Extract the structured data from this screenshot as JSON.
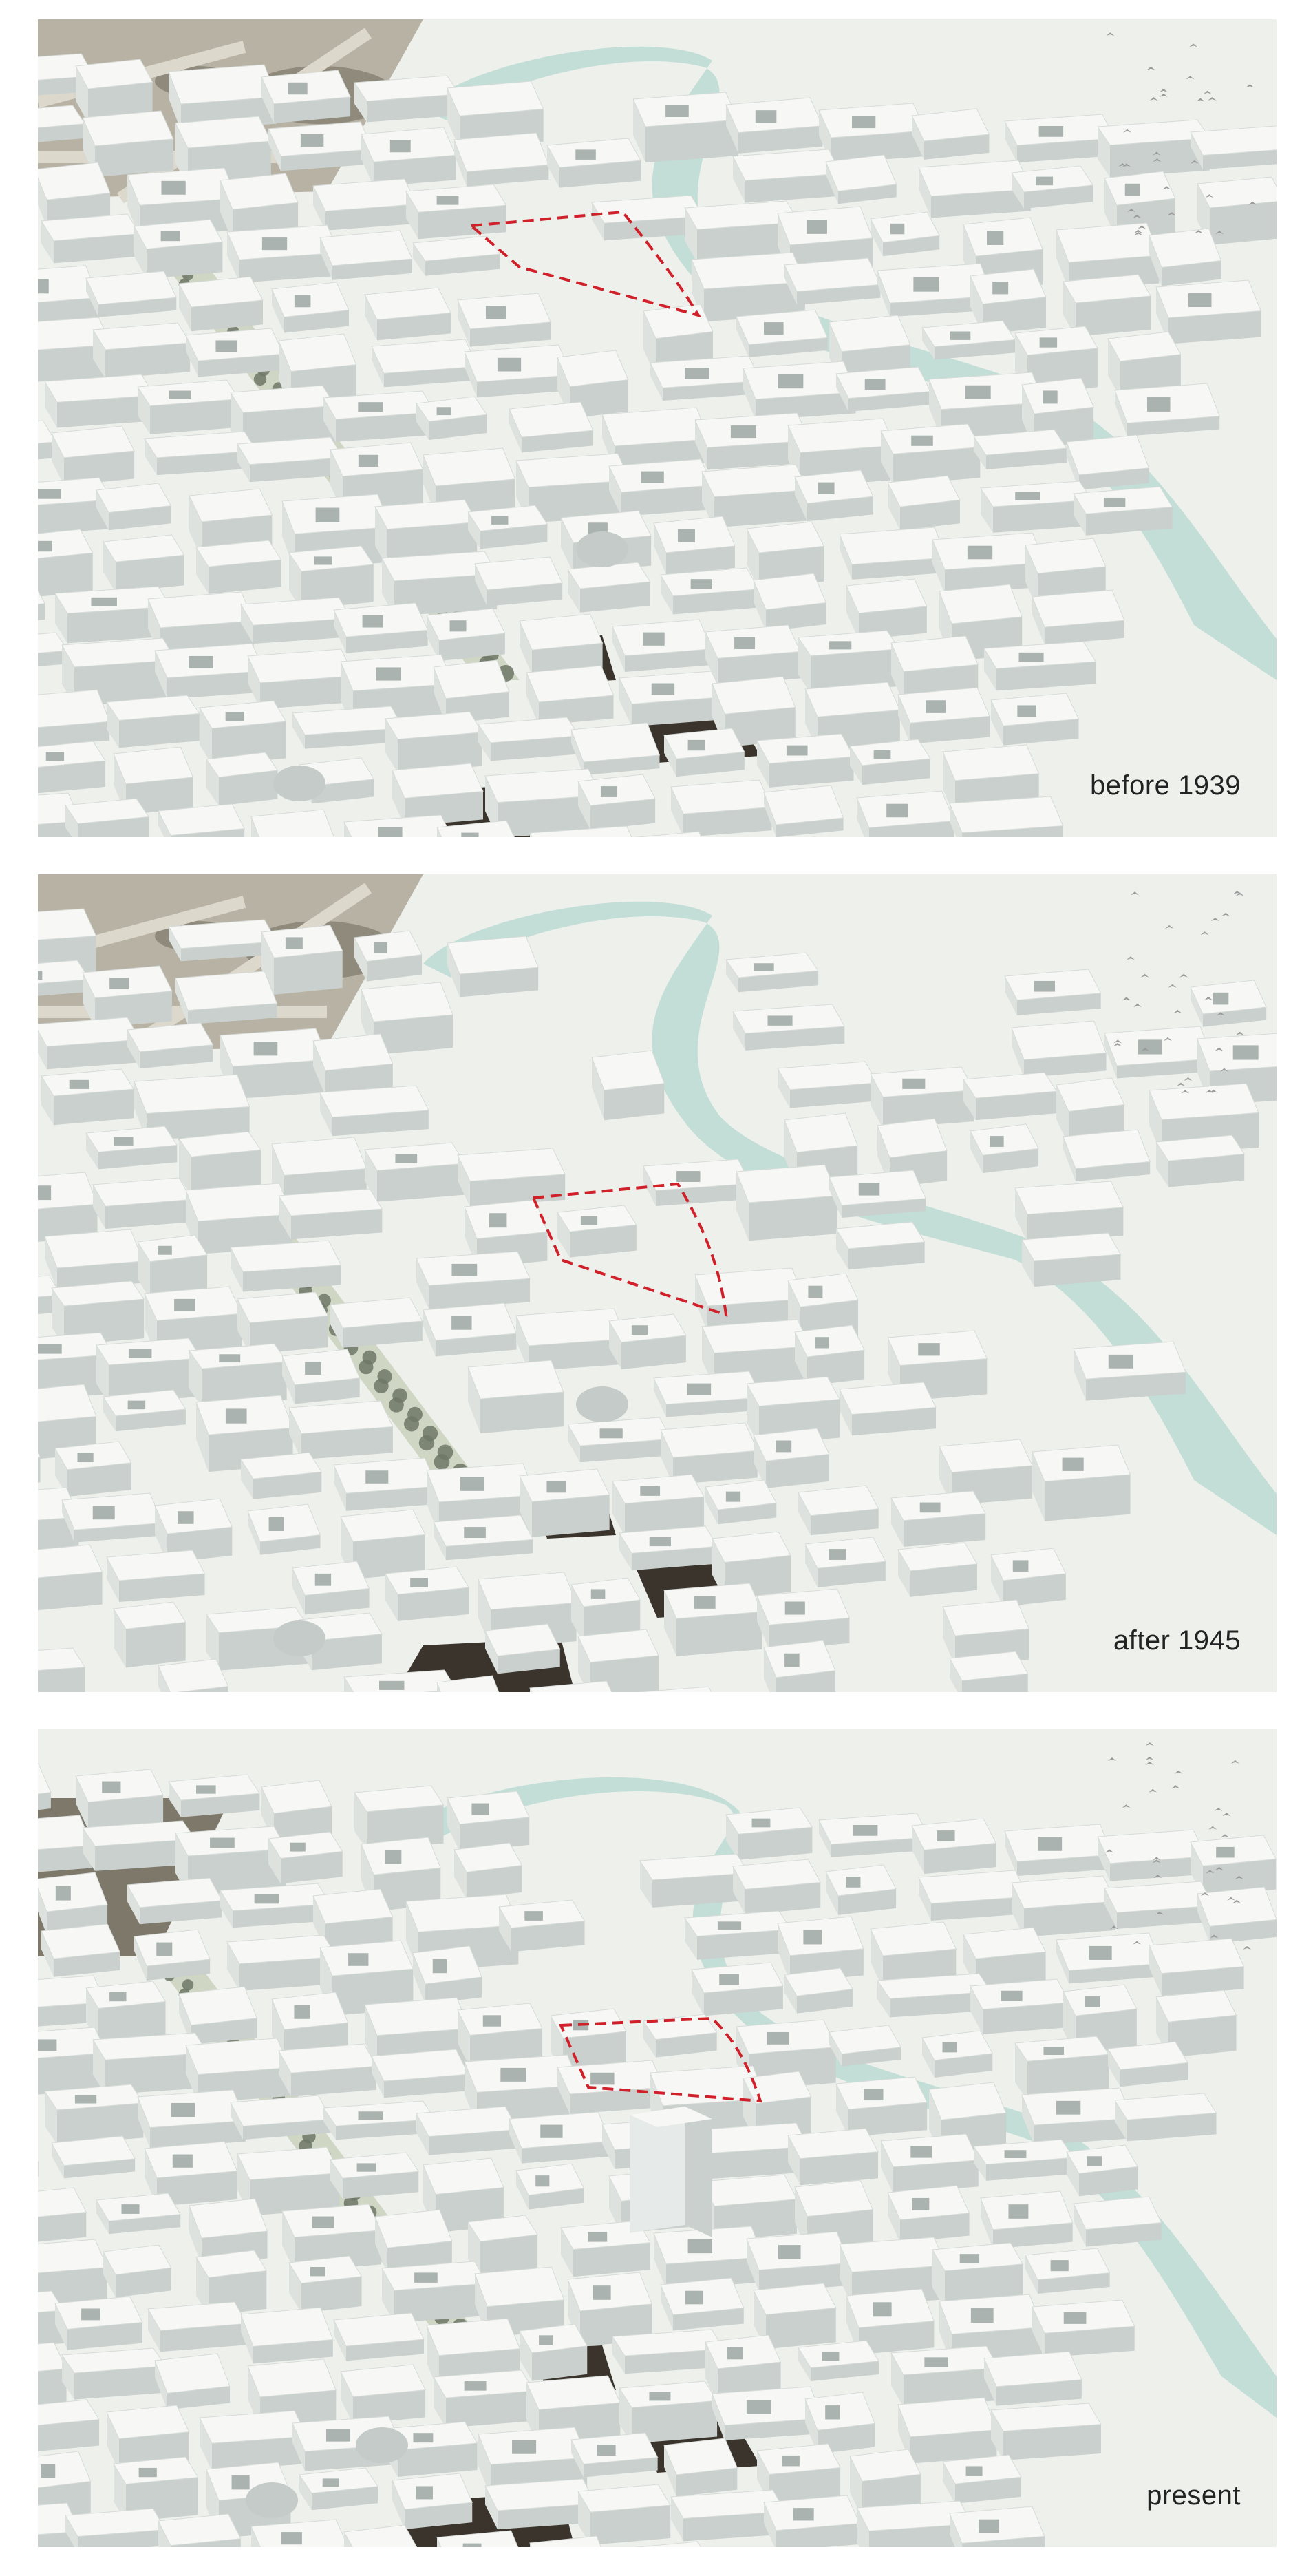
{
  "panels": [
    {
      "id": "before",
      "caption": "before 1939"
    },
    {
      "id": "after",
      "caption": "after 1945"
    },
    {
      "id": "present",
      "caption": "present"
    }
  ],
  "colors": {
    "background": "#eef0ec",
    "building_top": "#f7f8f6",
    "building_side": "#c9d0cd",
    "river": "#bcdcd5",
    "park": "#7a7565",
    "dark_lot": "#3b342c",
    "highlight_outline": "#d0202a",
    "birds": "#9a9a9a"
  }
}
